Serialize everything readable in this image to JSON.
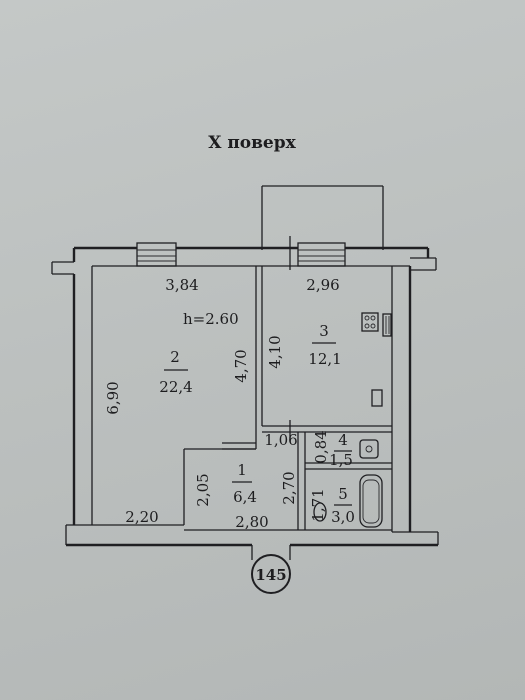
{
  "title": "Х поверх",
  "height_label": "h=2.60",
  "section_number": "145",
  "rooms": [
    {
      "number": "1",
      "area": "6,4"
    },
    {
      "number": "2",
      "area": "22,4"
    },
    {
      "number": "3",
      "area": "12,1"
    },
    {
      "number": "4",
      "area": "1,5"
    },
    {
      "number": "5",
      "area": "3,0"
    }
  ],
  "dimensions": {
    "d_3_84": "3,84",
    "d_2_96": "2,96",
    "d_6_90": "6,90",
    "d_4_70": "4,70",
    "d_4_10": "4,10",
    "d_2_20": "2,20",
    "d_1_06": "1,06",
    "d_0_84": "0,84",
    "d_2_05": "2,05",
    "d_2_70": "2,70",
    "d_1_71": "1,71",
    "d_2_80": "2,80"
  }
}
